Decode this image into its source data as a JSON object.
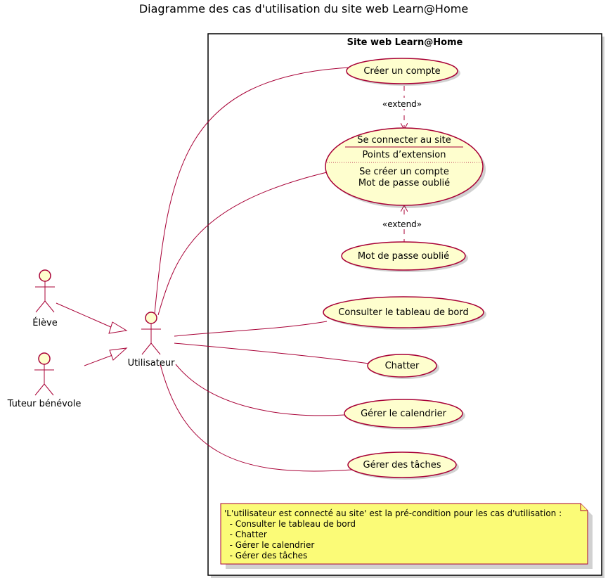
{
  "title": "Diagramme des cas d'utilisation du site web Learn@Home",
  "system": {
    "name": "Site web Learn@Home"
  },
  "actors": {
    "eleve": "Élève",
    "tuteur": "Tuteur bénévole",
    "utilisateur": "Utilisateur"
  },
  "use_cases": {
    "creer_compte": "Créer un compte",
    "se_connecter": {
      "name": "Se connecter au site",
      "ext_header": "Points d’extension",
      "ext_points": [
        "Se créer un compte",
        "Mot de passe oublié"
      ]
    },
    "mdp_oublie": "Mot de passe oublié",
    "tableau_bord": "Consulter le tableau de bord",
    "chatter": "Chatter",
    "calendrier": "Gérer le calendrier",
    "taches": "Gérer des tâches"
  },
  "stereotypes": {
    "extend_top": "«extend»",
    "extend_bottom": "«extend»"
  },
  "note": {
    "lines": [
      "'L'utilisateur est connecté au site' est la pré-condition pour les cas d'utilisation :",
      "  - Consulter le tableau de bord",
      "  - Chatter",
      "  - Gérer le calendrier",
      "  - Gérer des tâches"
    ]
  },
  "colors": {
    "border": "#A80036",
    "fill": "#FEFECE",
    "note_fill": "#FBFB77"
  }
}
